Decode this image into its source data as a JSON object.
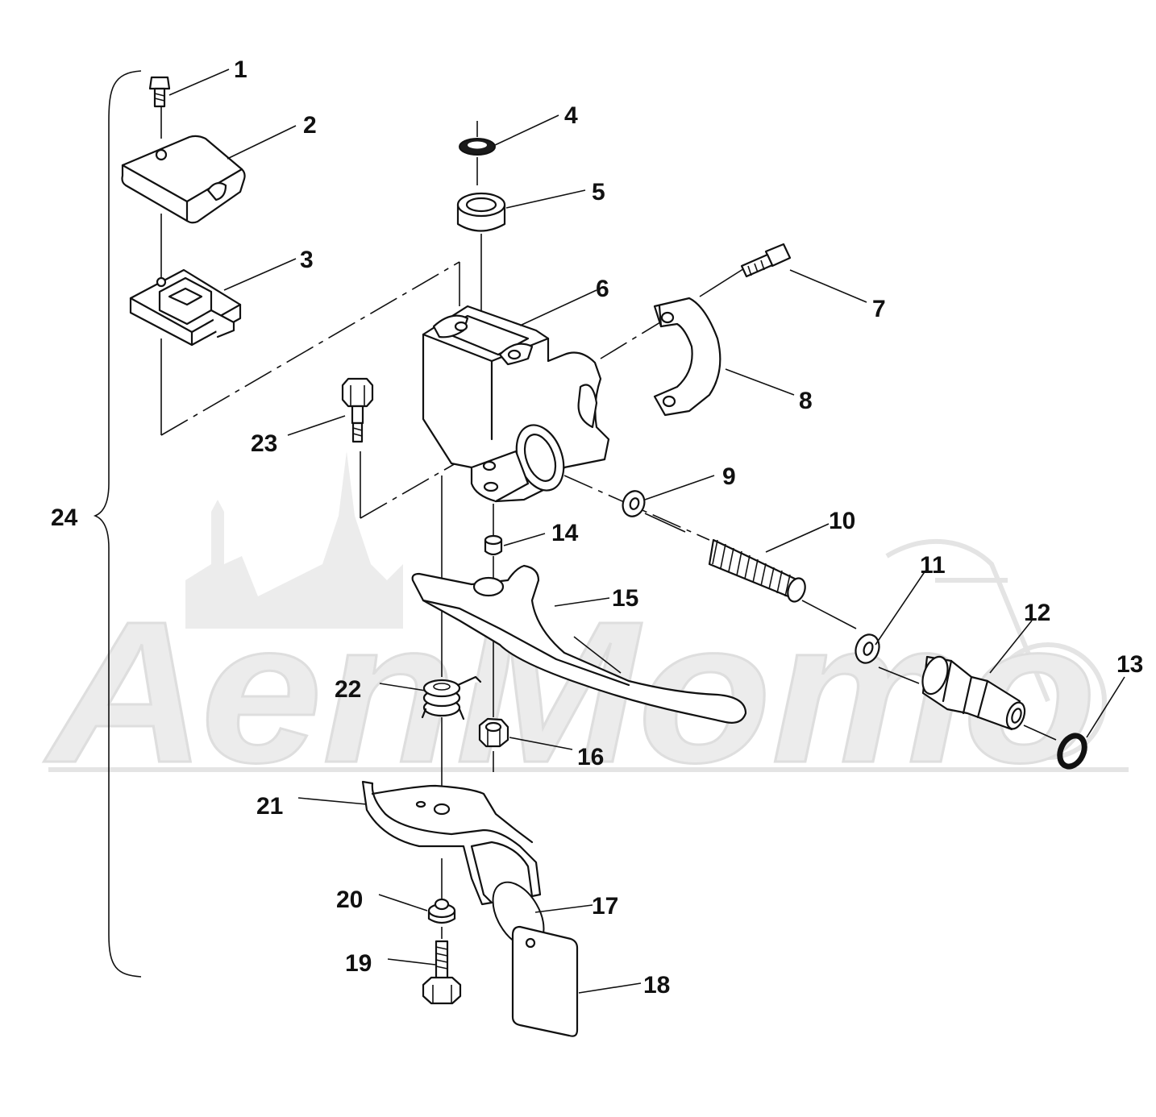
{
  "watermark": {
    "text": "АеnМото"
  },
  "callouts": [
    "1",
    "2",
    "3",
    "4",
    "5",
    "6",
    "7",
    "8",
    "9",
    "10",
    "11",
    "12",
    "13",
    "14",
    "15",
    "16",
    "17",
    "18",
    "19",
    "20",
    "21",
    "22",
    "23",
    "24"
  ]
}
